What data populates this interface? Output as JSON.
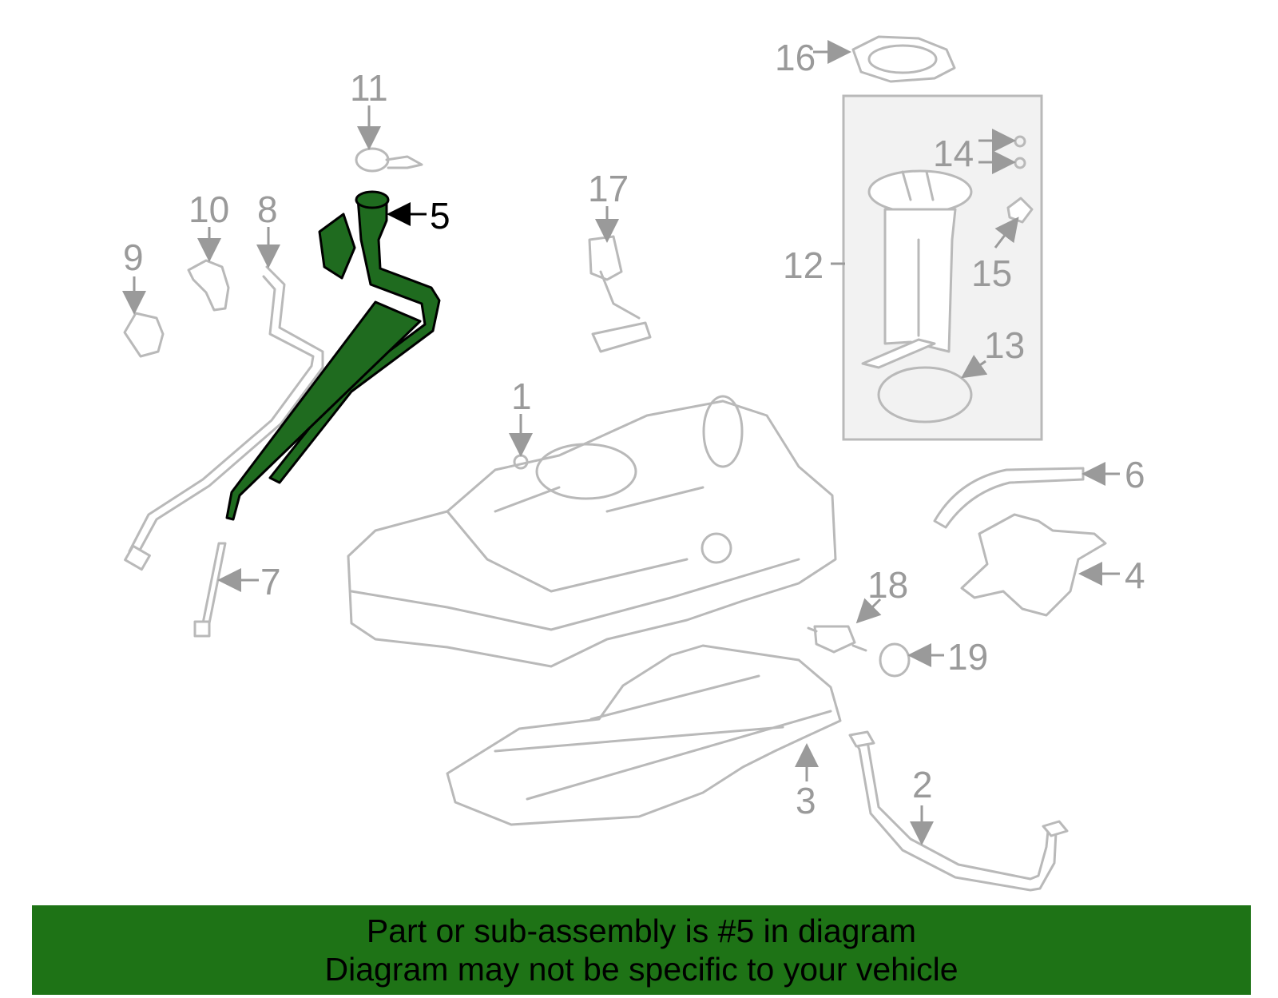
{
  "callouts": {
    "c1": "1",
    "c2": "2",
    "c3": "3",
    "c4": "4",
    "c5": "5",
    "c6": "6",
    "c7": "7",
    "c8": "8",
    "c9": "9",
    "c10": "10",
    "c11": "11",
    "c12": "12",
    "c13": "13",
    "c14": "14",
    "c15": "15",
    "c16": "16",
    "c17": "17",
    "c18": "18",
    "c19": "19"
  },
  "highlighted_part": "5",
  "colors": {
    "highlight": "#1f6b1f",
    "banner": "#1e7316",
    "line": "#b9b9b9"
  },
  "banner": {
    "line1": "Part or sub-assembly is #5 in diagram",
    "line2": "Diagram may not be specific to your vehicle"
  }
}
